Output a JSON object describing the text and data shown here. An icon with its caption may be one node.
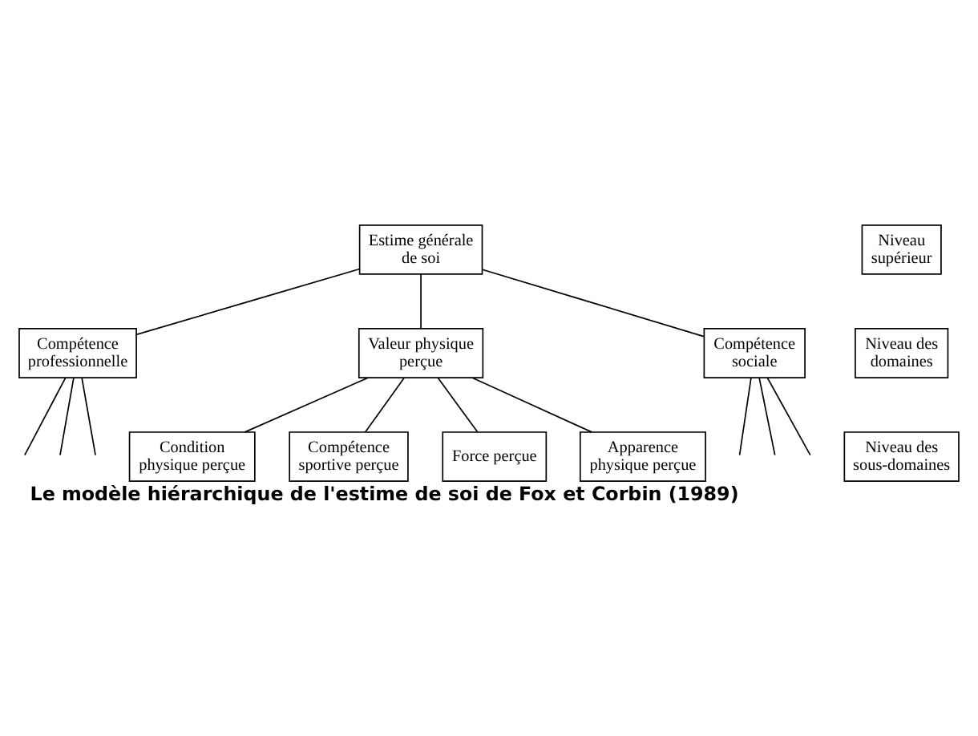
{
  "diagram": {
    "caption": "Le modèle hiérarchique de l'estime de soi de Fox et Corbin (1989)",
    "nodes": [
      {
        "text": [
          "Estime générale de soi"
        ]
      },
      {
        "text": [
          "Niveau supérieur"
        ]
      },
      {
        "text": [
          "Compétence professionnelle"
        ]
      },
      {
        "text": [
          "Valeur physique perçue"
        ]
      },
      {
        "text": [
          "Compétence sociale"
        ]
      },
      {
        "text": [
          "Niveau des domaines"
        ]
      },
      {
        "text": [
          "Condition physique perçue"
        ]
      },
      {
        "text": [
          "Compétence sportive perçue"
        ]
      },
      {
        "text": [
          "Force perçue"
        ]
      },
      {
        "text": [
          "Apparence physique perçue"
        ]
      },
      {
        "text": [
          "Niveau des sous-domaines"
        ]
      }
    ],
    "edges": [
      {
        "from": 0,
        "to": 2,
        "arrow": "none"
      },
      {
        "from": 0,
        "to": 3,
        "arrow": "none"
      },
      {
        "from": 0,
        "to": 4,
        "arrow": "none"
      },
      {
        "from": 2,
        "to": null,
        "arrow": "none"
      },
      {
        "from": 2,
        "to": null,
        "arrow": "none"
      },
      {
        "from": 2,
        "to": null,
        "arrow": "none"
      },
      {
        "from": 3,
        "to": 6,
        "arrow": "none"
      },
      {
        "from": 3,
        "to": 7,
        "arrow": "none"
      },
      {
        "from": 3,
        "to": 8,
        "arrow": "none"
      },
      {
        "from": 3,
        "to": 9,
        "arrow": "none"
      },
      {
        "from": 4,
        "to": null,
        "arrow": "none"
      },
      {
        "from": 4,
        "to": null,
        "arrow": "none"
      },
      {
        "from": 4,
        "to": null,
        "arrow": "none"
      }
    ]
  }
}
